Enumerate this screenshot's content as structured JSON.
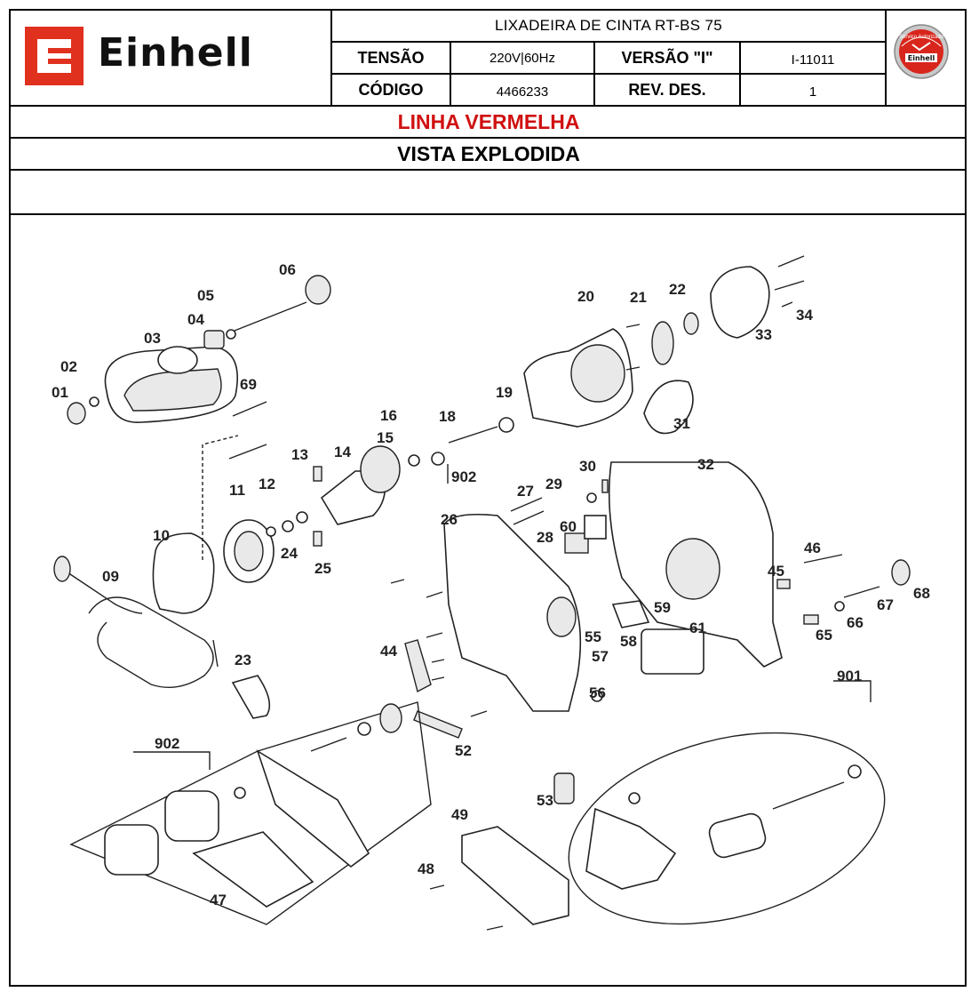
{
  "header": {
    "product_title": "LIXADEIRA DE CINTA RT-BS 75",
    "voltage_label": "TENSÃO",
    "voltage_value": "220V|60Hz",
    "version_label": "VERSÃO \"I\"",
    "version_value": "I-11011",
    "code_label": "CÓDIGO",
    "code_value": "4466233",
    "revision_label": "REV. DES.",
    "revision_value": "1",
    "brand_logo": "Einhell",
    "seal_text": "Serviço Autorizado",
    "seal_brand": "Einhell"
  },
  "line_title": "LINHA VERMELHA",
  "view_title": "VISTA EXPLODIDA",
  "colors": {
    "brand_red": "#e0301e",
    "line_title_red": "#d01010"
  },
  "diagram": {
    "callouts": [
      "01",
      "02",
      "03",
      "04",
      "05",
      "06",
      "09",
      "10",
      "11",
      "12",
      "13",
      "14",
      "15",
      "16",
      "18",
      "19",
      "20",
      "21",
      "22",
      "23",
      "24",
      "25",
      "26",
      "27",
      "28",
      "29",
      "30",
      "31",
      "32",
      "33",
      "34",
      "44",
      "45",
      "46",
      "47",
      "48",
      "49",
      "52",
      "53",
      "55",
      "56",
      "57",
      "58",
      "59",
      "60",
      "61",
      "65",
      "66",
      "67",
      "68",
      "69",
      "901",
      "902",
      "902"
    ]
  }
}
